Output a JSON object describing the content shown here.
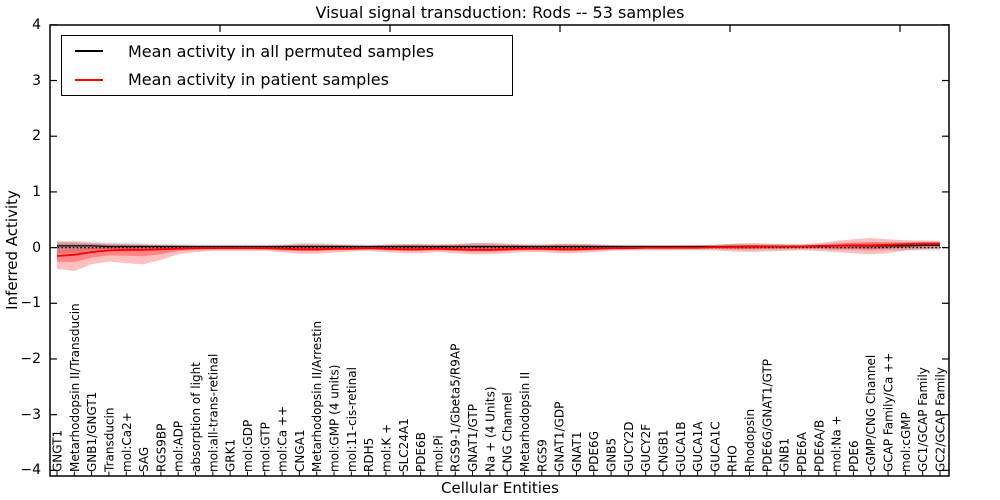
{
  "figure": {
    "background": "#ffffff",
    "accent_red": "#ff0000",
    "line_black": "#000000"
  },
  "chart_data": {
    "type": "line",
    "title": "Visual signal transduction: Rods -- 53 samples",
    "xlabel": "Cellular Entities",
    "ylabel": "Inferred Activity",
    "ylim": [
      -4,
      4
    ],
    "yticks": [
      4,
      3,
      2,
      1,
      0,
      -1,
      -2,
      -3,
      -4
    ],
    "ytick_labels": [
      "4",
      "3",
      "2",
      "1",
      "0",
      "−1",
      "−2",
      "−3",
      "−4"
    ],
    "grid": false,
    "zero_line_style": "dotted",
    "legend_position": "upper left",
    "x_tick_labels_rotation": 90,
    "categories": [
      "GNGT1",
      "Metarhodopsin II/Transducin",
      "GNB1/GNGT1",
      "Transducin",
      "mol:Ca2+",
      "SAG",
      "RGS9BP",
      "mol:ADP",
      "absorption of light",
      "mol:all-trans-retinal",
      "GRK1",
      "mol:GDP",
      "mol:GTP",
      "mol:Ca ++",
      "CNGA1",
      "Metarhodopsin II/Arrestin",
      "mol:GMP (4 units)",
      "mol:11-cis-retinal",
      "RDH5",
      "mol:K +",
      "SLC24A1",
      "PDE6B",
      "mol:Pi",
      "RGS9-1/Gbeta5/R9AP",
      "GNAT1/GTP",
      "Na + (4 Units)",
      "CNG Channel",
      "Metarhodopsin II",
      "RGS9",
      "GNAT1/GDP",
      "GNAT1",
      "PDE6G",
      "GNB5",
      "GUCY2D",
      "GUCY2F",
      "CNGB1",
      "GUCA1B",
      "GUCA1A",
      "GUCA1C",
      "RHO",
      "Rhodopsin",
      "PDE6G/GNAT1/GTP",
      "GNB1",
      "PDE6A",
      "PDE6A/B",
      "mol:Na +",
      "PDE6",
      "cGMP/CNG Channel",
      "GCAP Family/Ca ++",
      "mol:cGMP",
      "GC1/GCAP Family",
      "GC2/GCAP Family"
    ],
    "series": [
      {
        "name": "Mean activity in all permuted samples",
        "color": "#000000",
        "band_color": "#000000",
        "band_opacity": 0.13,
        "values": [
          0.03,
          0.03,
          0.03,
          0.02,
          0.02,
          0.02,
          0.02,
          0.02,
          0.02,
          0.02,
          0.02,
          0.02,
          0.02,
          0.02,
          0.02,
          0.02,
          0.02,
          0.02,
          0.02,
          0.02,
          0.02,
          0.02,
          0.02,
          0.02,
          0.02,
          0.02,
          0.02,
          0.02,
          0.02,
          0.02,
          0.02,
          0.02,
          0.02,
          0.02,
          0.02,
          0.02,
          0.02,
          0.02,
          0.02,
          0.02,
          0.02,
          0.02,
          0.02,
          0.02,
          0.02,
          0.03,
          0.03,
          0.03,
          0.03,
          0.03,
          0.04,
          0.04
        ],
        "ci_high": [
          0.12,
          0.12,
          0.11,
          0.09,
          0.09,
          0.08,
          0.07,
          0.06,
          0.05,
          0.05,
          0.05,
          0.05,
          0.05,
          0.06,
          0.08,
          0.08,
          0.07,
          0.06,
          0.05,
          0.06,
          0.07,
          0.07,
          0.06,
          0.07,
          0.08,
          0.08,
          0.07,
          0.06,
          0.06,
          0.07,
          0.07,
          0.06,
          0.05,
          0.05,
          0.05,
          0.05,
          0.05,
          0.05,
          0.05,
          0.07,
          0.07,
          0.07,
          0.06,
          0.06,
          0.06,
          0.08,
          0.09,
          0.09,
          0.09,
          0.09,
          0.1,
          0.1
        ],
        "ci_low": [
          -0.1,
          -0.1,
          -0.09,
          -0.07,
          -0.07,
          -0.06,
          -0.05,
          -0.04,
          -0.03,
          -0.03,
          -0.03,
          -0.03,
          -0.03,
          -0.04,
          -0.05,
          -0.05,
          -0.04,
          -0.04,
          -0.03,
          -0.04,
          -0.05,
          -0.05,
          -0.04,
          -0.05,
          -0.06,
          -0.06,
          -0.05,
          -0.04,
          -0.04,
          -0.05,
          -0.05,
          -0.04,
          -0.03,
          -0.03,
          -0.03,
          -0.03,
          -0.03,
          -0.03,
          -0.03,
          -0.04,
          -0.05,
          -0.04,
          -0.04,
          -0.03,
          -0.03,
          -0.05,
          -0.05,
          -0.06,
          -0.05,
          -0.05,
          -0.05,
          -0.05
        ]
      },
      {
        "name": "Mean activity in patient samples",
        "color": "#ff0000",
        "band_color": "#ff0000",
        "band_opacity": 0.25,
        "values": [
          -0.15,
          -0.13,
          -0.08,
          -0.05,
          -0.04,
          -0.04,
          -0.03,
          -0.02,
          -0.01,
          -0.01,
          -0.01,
          -0.01,
          -0.01,
          -0.02,
          -0.03,
          -0.03,
          -0.02,
          -0.02,
          -0.01,
          -0.02,
          -0.03,
          -0.03,
          -0.02,
          -0.03,
          -0.04,
          -0.04,
          -0.03,
          -0.02,
          -0.02,
          -0.03,
          -0.03,
          -0.02,
          -0.01,
          -0.01,
          0.0,
          0.0,
          0.0,
          0.0,
          0.01,
          0.01,
          0.02,
          0.02,
          0.02,
          0.02,
          0.03,
          0.03,
          0.04,
          0.04,
          0.05,
          0.06,
          0.07,
          0.07
        ],
        "ci_high": [
          0.1,
          0.1,
          0.08,
          0.07,
          0.06,
          0.05,
          0.04,
          0.04,
          0.03,
          0.03,
          0.03,
          0.03,
          0.03,
          0.04,
          0.06,
          0.06,
          0.05,
          0.04,
          0.03,
          0.05,
          0.06,
          0.06,
          0.05,
          0.06,
          0.08,
          0.08,
          0.07,
          0.05,
          0.05,
          0.07,
          0.07,
          0.06,
          0.04,
          0.03,
          0.03,
          0.03,
          0.03,
          0.04,
          0.05,
          0.07,
          0.08,
          0.07,
          0.06,
          0.06,
          0.08,
          0.12,
          0.15,
          0.17,
          0.15,
          0.13,
          0.13,
          0.12
        ],
        "ci_low": [
          -0.38,
          -0.42,
          -0.3,
          -0.25,
          -0.28,
          -0.3,
          -0.22,
          -0.12,
          -0.08,
          -0.06,
          -0.06,
          -0.06,
          -0.06,
          -0.08,
          -0.11,
          -0.11,
          -0.09,
          -0.07,
          -0.06,
          -0.08,
          -0.1,
          -0.1,
          -0.08,
          -0.1,
          -0.12,
          -0.12,
          -0.1,
          -0.08,
          -0.08,
          -0.1,
          -0.1,
          -0.08,
          -0.06,
          -0.05,
          -0.05,
          -0.05,
          -0.05,
          -0.05,
          -0.05,
          -0.07,
          -0.08,
          -0.07,
          -0.06,
          -0.05,
          -0.06,
          -0.08,
          -0.1,
          -0.12,
          -0.1,
          -0.05,
          -0.03,
          -0.02
        ]
      }
    ]
  }
}
